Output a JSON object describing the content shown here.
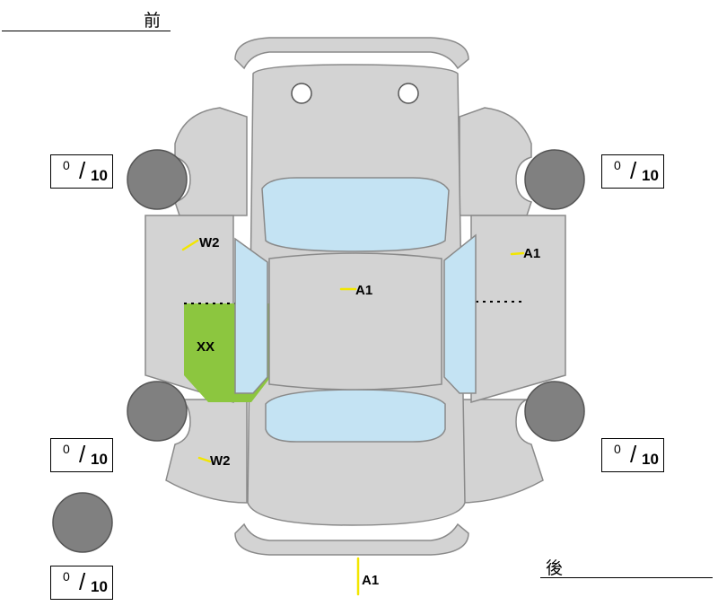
{
  "direction": {
    "front": "前",
    "rear": "後"
  },
  "tire_ratings": [
    {
      "id": "front-left",
      "numerator": "0",
      "denominator": "10"
    },
    {
      "id": "front-right",
      "numerator": "0",
      "denominator": "10"
    },
    {
      "id": "rear-left",
      "numerator": "0",
      "denominator": "10"
    },
    {
      "id": "rear-right",
      "numerator": "0",
      "denominator": "10"
    },
    {
      "id": "spare",
      "numerator": "0",
      "denominator": "10"
    }
  ],
  "damage_marks": [
    {
      "id": "left-front-door",
      "code": "W2"
    },
    {
      "id": "left-rear-fender",
      "code": "W2"
    },
    {
      "id": "roof",
      "code": "A1"
    },
    {
      "id": "right-front-door",
      "code": "A1"
    },
    {
      "id": "rear-bumper",
      "code": "A1"
    },
    {
      "id": "left-rear-door",
      "code": "XX"
    }
  ],
  "colors": {
    "body": "#d3d3d3",
    "outline": "#8a8a8a",
    "glass": "#c4e3f3",
    "tire": "#808080",
    "highlight": "#8cc63f",
    "mark_tick": "#f2e600"
  }
}
